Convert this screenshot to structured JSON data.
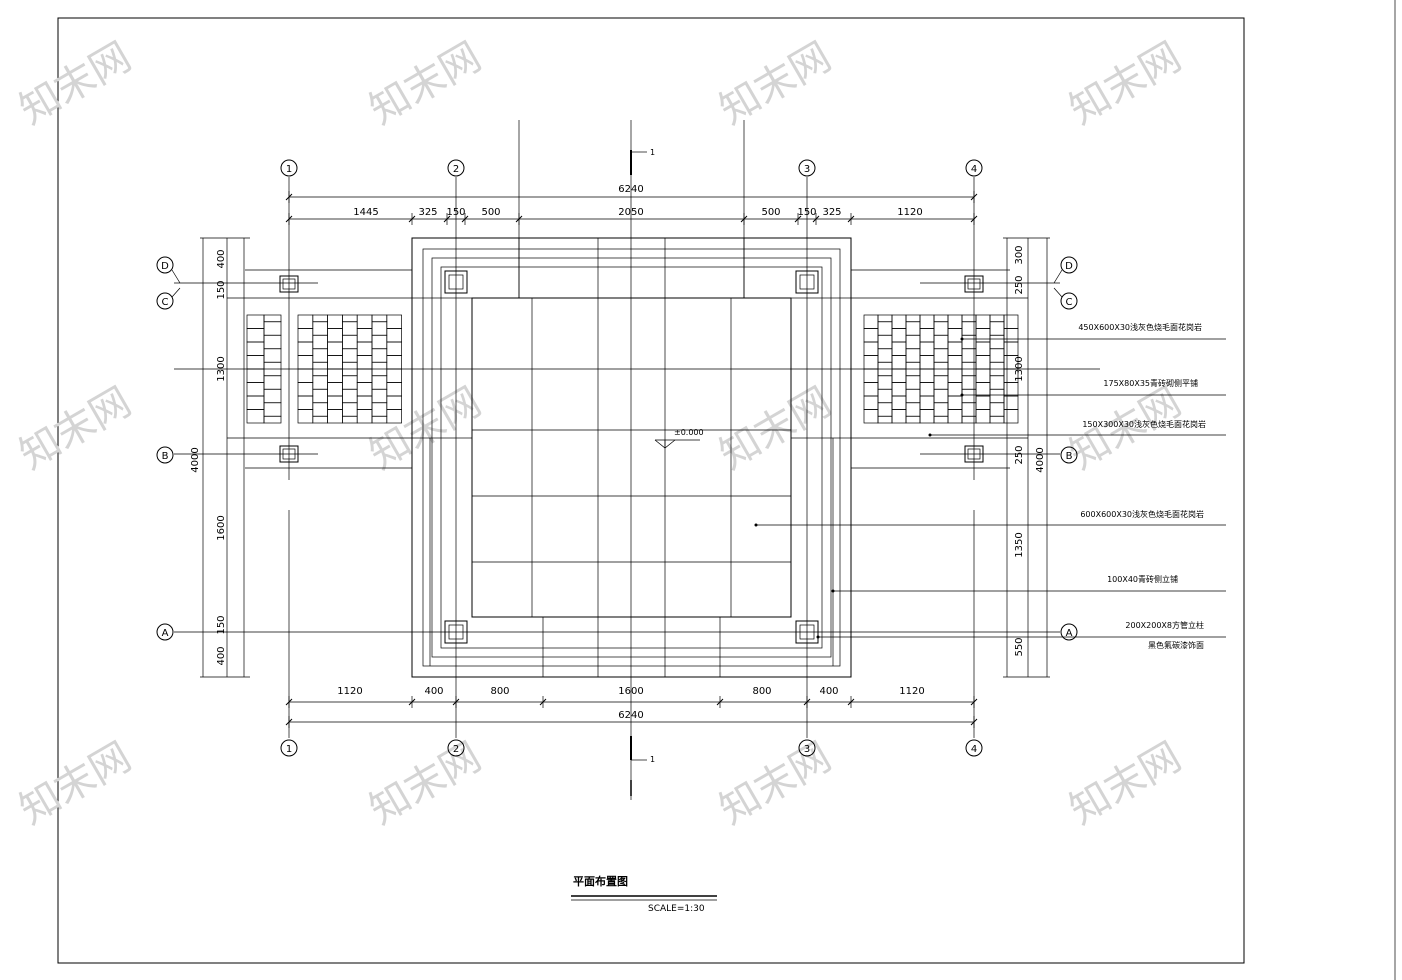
{
  "drawing": {
    "title": "平面布置图",
    "scale": "SCALE=1:30",
    "watermark": "知末网",
    "elevation_mark": "±0.000",
    "section_mark": "1"
  },
  "grid_axes": {
    "columns": [
      "1",
      "2",
      "3",
      "4"
    ],
    "rows": [
      "A",
      "B",
      "C",
      "D"
    ]
  },
  "dimensions": {
    "top_overall": "6240",
    "top_segments": [
      "1445",
      "325",
      "150",
      "500",
      "2050",
      "500",
      "150",
      "325",
      "1120"
    ],
    "bottom_overall": "6240",
    "bottom_segments": [
      "1120",
      "400",
      "800",
      "1600",
      "800",
      "400",
      "1120"
    ],
    "left_overall": "4000",
    "left_segments": [
      "400",
      "150",
      "1300",
      "1600",
      "150",
      "400"
    ],
    "right_overall": "4000",
    "right_segments": [
      "300",
      "250",
      "1300",
      "250",
      "1350",
      "550"
    ]
  },
  "annotations": [
    "450X600X30浅灰色烧毛面花岗岩",
    "175X80X35青砖砌侧平铺",
    "150X300X30浅灰色烧毛面花岗岩",
    "600X600X30浅灰色烧毛面花岗岩",
    "100X40青砖侧立铺",
    "200X200X8方管立柱",
    "黑色氟碳漆饰面"
  ]
}
